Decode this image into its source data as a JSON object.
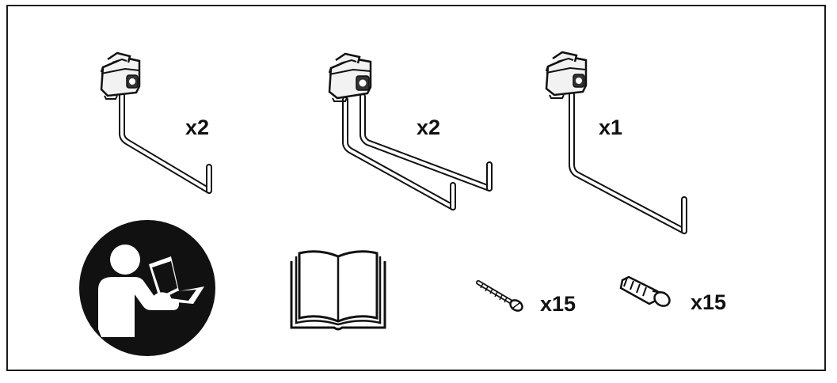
{
  "parts": [
    {
      "name": "single-hook",
      "quantity": "x2"
    },
    {
      "name": "double-hook",
      "quantity": "x2"
    },
    {
      "name": "long-hook",
      "quantity": "x1"
    },
    {
      "name": "screw",
      "quantity": "x15"
    },
    {
      "name": "wall-anchor",
      "quantity": "x15"
    }
  ],
  "colors": {
    "ink": "#111111",
    "background": "#ffffff",
    "hook_fill": "#f2f2f2"
  },
  "icons": [
    "read-manual-icon",
    "open-book-icon"
  ]
}
